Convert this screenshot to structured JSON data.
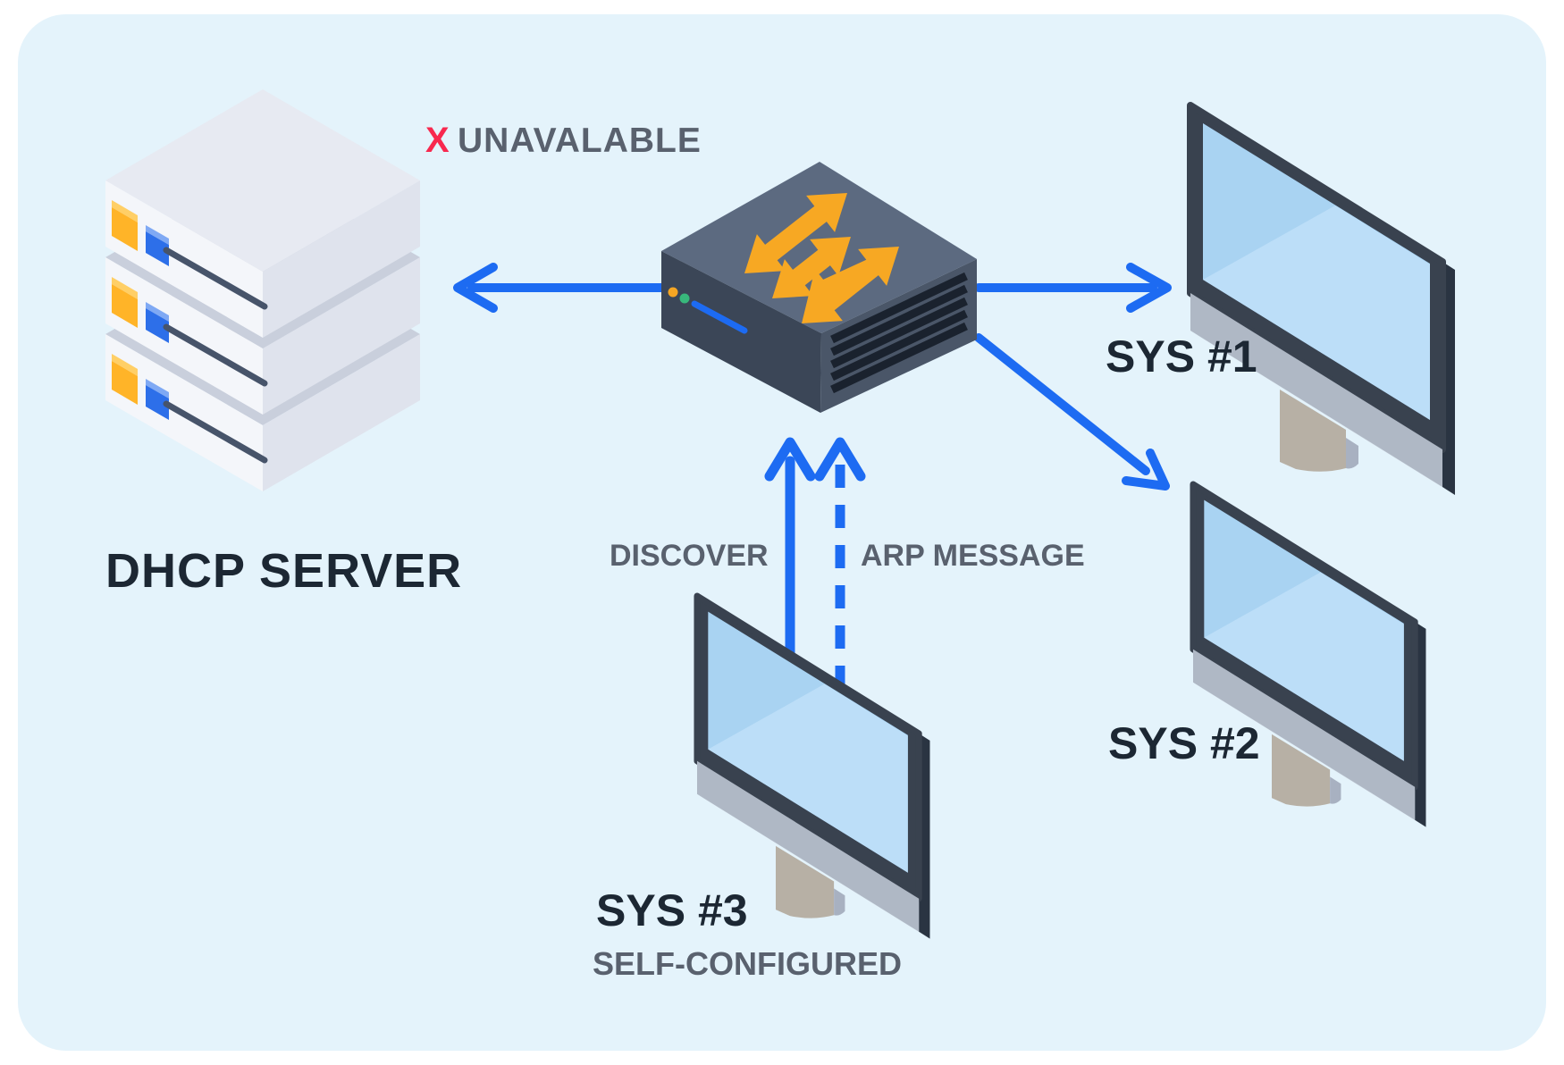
{
  "panel": {
    "page_background": "#FFFFFF",
    "background": "#E4F3FB",
    "corner_radius": 54
  },
  "colors": {
    "arrow_blue": "#1D6BF2",
    "accent_orange": "#F7A823",
    "status_red": "#F8284E",
    "muted_text": "#59616E",
    "dark_text": "#1C2733",
    "switch_top": "#5C6A80",
    "switch_left": "#3B4657",
    "switch_right": "#4A5668",
    "server_face": "#F4F6FA",
    "monitor_screen": "#A9D3F2"
  },
  "server": {
    "label": "DHCP SERVER",
    "status_mark": "X",
    "status_text": "UNAVALABLE",
    "icon": "server-stack-icon",
    "led_colors": [
      "#FFB428",
      "#2D6FE9"
    ]
  },
  "switch": {
    "icon": "network-switch-icon",
    "led_colors": [
      "#F5A623",
      "#38B87C"
    ]
  },
  "systems": [
    {
      "id": "sys1",
      "label": "SYS #1",
      "icon": "desktop-monitor-icon"
    },
    {
      "id": "sys2",
      "label": "SYS #2",
      "icon": "desktop-monitor-icon"
    },
    {
      "id": "sys3",
      "label": "SYS #3",
      "sublabel": "SELF-CONFIGURED",
      "icon": "desktop-monitor-icon"
    }
  ],
  "connections": [
    {
      "from": "switch",
      "to": "server",
      "style": "solid-arrow",
      "label": ""
    },
    {
      "from": "switch",
      "to": "sys1",
      "style": "solid-arrow",
      "label": ""
    },
    {
      "from": "switch",
      "to": "sys2",
      "style": "solid-arrow",
      "label": ""
    },
    {
      "from": "sys3",
      "to": "switch",
      "style": "solid-arrow",
      "label": "DISCOVER"
    },
    {
      "from": "sys3",
      "to": "switch",
      "style": "dashed-arrow",
      "label": "ARP MESSAGE"
    }
  ]
}
